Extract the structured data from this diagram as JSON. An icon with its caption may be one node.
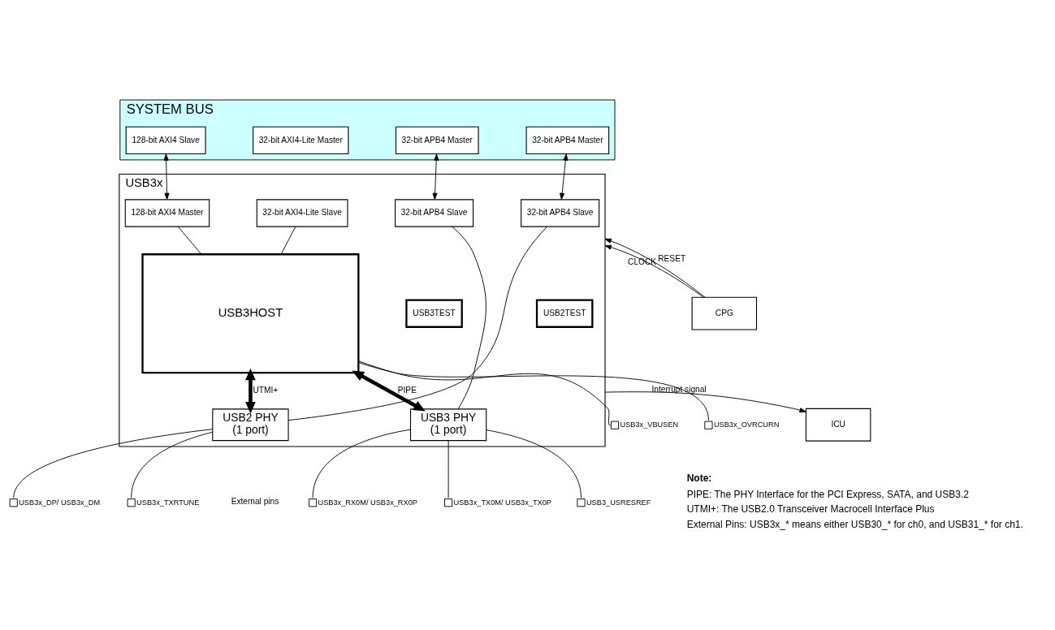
{
  "diagram": {
    "nodes": [
      {
        "text": [
          "SYSTEM BUS"
        ]
      },
      {
        "text": [
          "128-bit AXI4 Slave"
        ],
        "in": 0
      },
      {
        "text": [
          "32-bit AXI4-Lite Master"
        ],
        "in": 0
      },
      {
        "text": [
          "32-bit APB4 Master"
        ],
        "in": 0
      },
      {
        "text": [
          "32-bit APB4 Master"
        ],
        "in": 0
      },
      {
        "text": [
          "USB3x"
        ]
      },
      {
        "text": [
          "128-bit AXI4 Master"
        ],
        "in": 5
      },
      {
        "text": [
          "32-bit AXI4-Lite Slave"
        ],
        "in": 5
      },
      {
        "text": [
          "32-bit APB4 Slave"
        ],
        "in": 5
      },
      {
        "text": [
          "32-bit APB4 Slave"
        ],
        "in": 5
      },
      {
        "text": [
          "CPG"
        ]
      },
      {
        "text": [
          "ICU"
        ]
      },
      {
        "text": [
          "USB3HOST"
        ],
        "in": 5
      },
      {
        "text": [
          "USB3TEST"
        ],
        "in": 5
      },
      {
        "text": [
          "USB2TEST"
        ],
        "in": 5
      },
      {
        "text": [
          "USB2 PHY",
          "(1 port)"
        ],
        "in": 5
      },
      {
        "text": [
          "USB3 PHY",
          "(1 port)"
        ],
        "in": 5
      },
      {
        "text": [],
        "shape": "box",
        "beside": [
          "USB3x_DP/ USB3x_DM"
        ]
      },
      {
        "text": [],
        "shape": "box",
        "beside": [
          "USB3x_TXRTUNE"
        ]
      },
      {
        "text": [],
        "shape": "box",
        "beside": [
          "USB3x_RX0M/ USB3x_RX0P"
        ]
      },
      {
        "text": [],
        "shape": "box",
        "beside": [
          "USB3x_TX0M/ USB3x_TX0P"
        ]
      },
      {
        "text": [],
        "shape": "box",
        "beside": [
          "USB3_USRESREF"
        ]
      },
      {
        "text": [],
        "shape": "box",
        "beside": [
          "USB3x_VBUSEN"
        ]
      },
      {
        "text": [],
        "shape": "box",
        "beside": [
          "USB3x_OVRCURN"
        ]
      }
    ],
    "edges": [
      {
        "from": 1,
        "to": 6,
        "arrow": "both"
      },
      {
        "from": 3,
        "to": 8,
        "arrow": "both"
      },
      {
        "from": 4,
        "to": 9,
        "arrow": "both"
      },
      {
        "from": 6,
        "to": 12,
        "arrow": "none"
      },
      {
        "from": 7,
        "to": 12,
        "arrow": "none"
      },
      {
        "from": 8,
        "to": 16,
        "arrow": "none"
      },
      {
        "from": 9,
        "to": 15,
        "arrow": "none"
      },
      {
        "from": 10,
        "to": 5,
        "arrow": "to",
        "label": "CLOCK"
      },
      {
        "from": 10,
        "to": 5,
        "arrow": "to",
        "label": "RESET"
      },
      {
        "from": 5,
        "to": 11,
        "arrow": "to",
        "label": "Interrupt signal"
      },
      {
        "from": 12,
        "to": 15,
        "arrow": "both",
        "label": "UTMI+",
        "style": "thick"
      },
      {
        "from": 12,
        "to": 16,
        "arrow": "both",
        "label": "PIPE",
        "style": "thick"
      },
      {
        "from": 15,
        "to": 17,
        "arrow": "none"
      },
      {
        "from": 15,
        "to": 18,
        "arrow": "none"
      },
      {
        "from": 16,
        "to": 19,
        "arrow": "none"
      },
      {
        "from": 16,
        "to": 20,
        "arrow": "none"
      },
      {
        "from": 16,
        "to": 21,
        "arrow": "none"
      },
      {
        "from": 12,
        "to": 22,
        "arrow": "none"
      },
      {
        "from": 12,
        "to": 23,
        "arrow": "none"
      }
    ],
    "labels": [
      "External pins",
      "Note:",
      "PIPE: The PHY Interface for the PCI Express, SATA, and USB3.2",
      "UTMI+: The USB2.0 Transceiver Macrocell Interface Plus",
      "External Pins: USB3x_* means either USB30_* for ch0, and USB31_* for ch1."
    ]
  }
}
